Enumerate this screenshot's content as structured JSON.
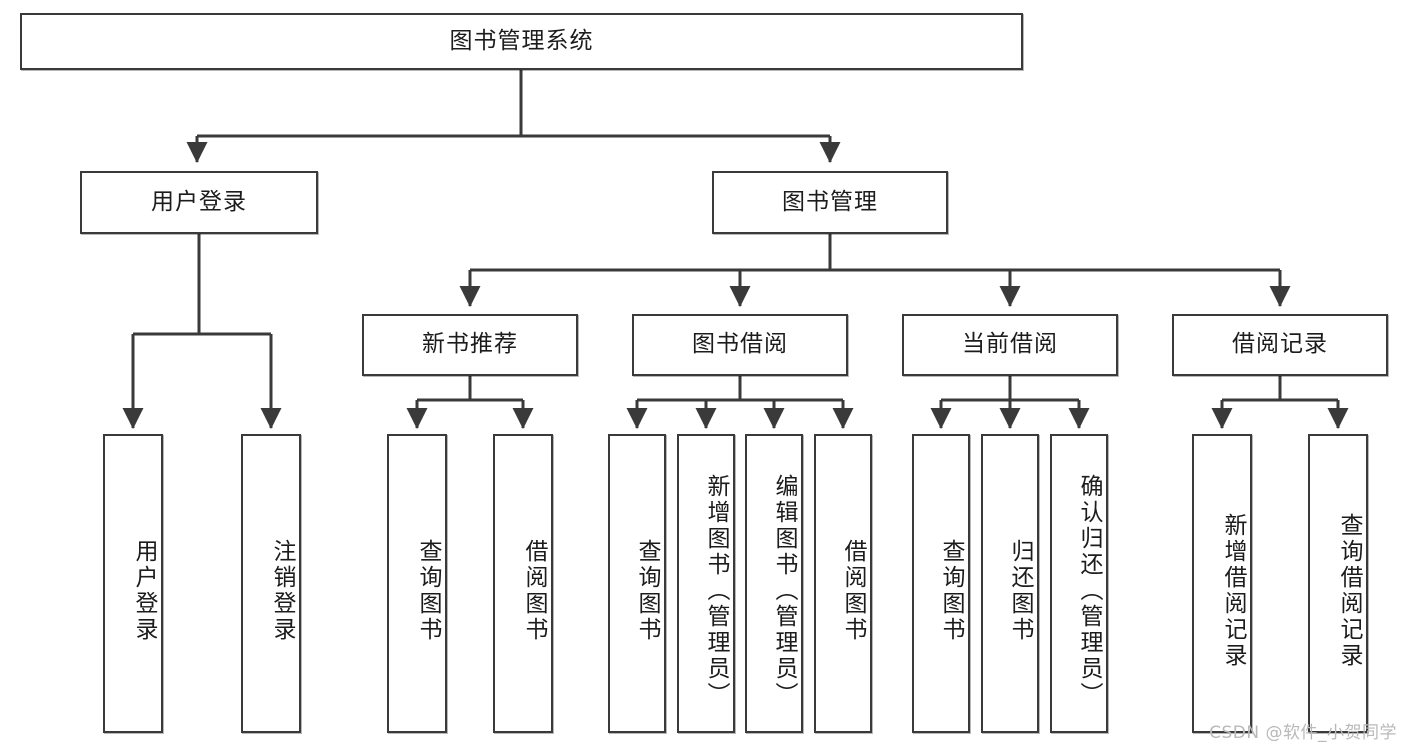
{
  "diagram": {
    "title": "图书管理系统",
    "watermark": "CSDN @软件_小贺同学",
    "line_color": "#3a3a3a",
    "box_fill": "#ffffff",
    "text_color": "#1c1c1c",
    "nodes": {
      "root": "图书管理系统",
      "login": "用户登录",
      "book_manage": "图书管理",
      "new_book_rec": "新书推荐",
      "book_borrow": "图书借阅",
      "current_borrow": "当前借阅",
      "borrow_record": "借阅记录",
      "login_user": "用户登录",
      "login_logout": "注销登录",
      "rec_query_book": "查询图书",
      "rec_borrow_book": "借阅图书",
      "borrow_query_book": "查询图书",
      "borrow_add_book": "新增图书（管理员）",
      "borrow_edit_book": "编辑图书（管理员）",
      "borrow_borrow_book": "借阅图书",
      "cur_query_book": "查询图书",
      "cur_return_book": "归还图书",
      "cur_confirm_return": "确认归还（管理员）",
      "rec_add_record": "新增借阅记录",
      "rec_query_record": "查询借阅记录"
    }
  }
}
